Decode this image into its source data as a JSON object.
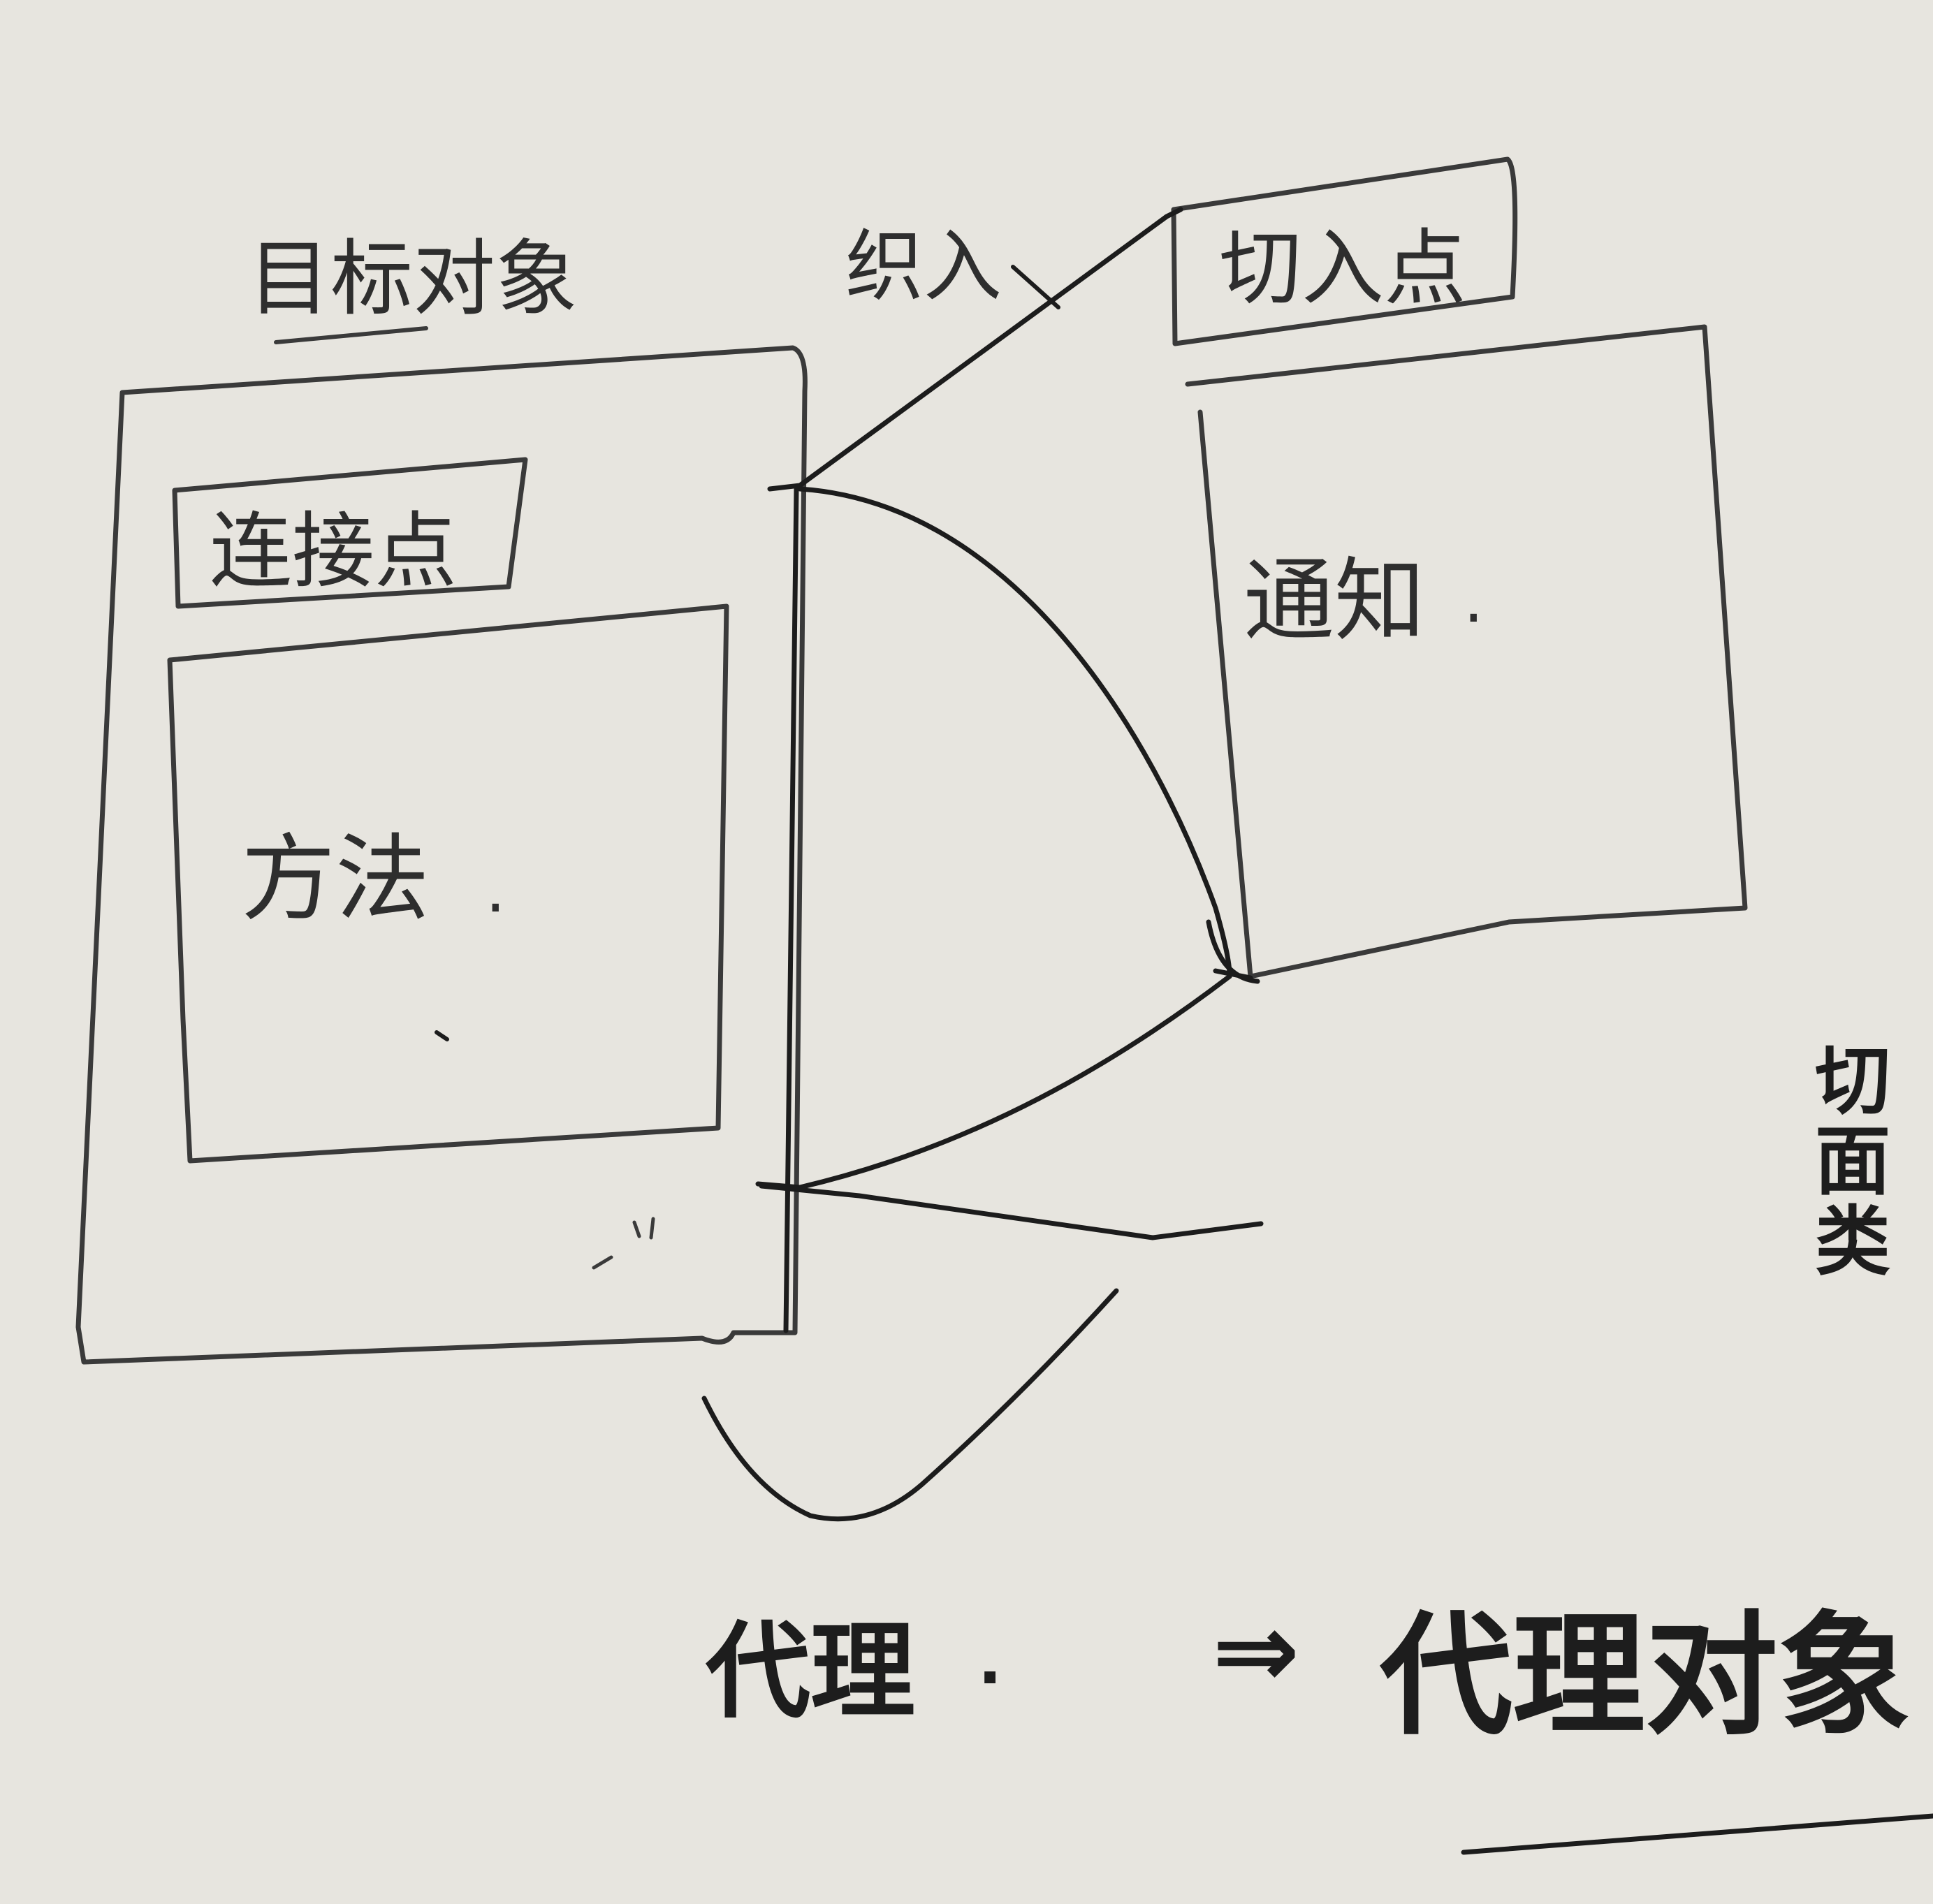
{
  "labels": {
    "target_object": "目标对象",
    "join_point": "连接点",
    "method": "方法",
    "weave_in": "织入",
    "pointcut": "切入点",
    "advice": "通知",
    "aspect_vertical": [
      "切",
      "面",
      "类"
    ],
    "proxy": "代理",
    "arrow": "⇒",
    "proxy_object": "代理对象"
  },
  "colors": {
    "paper": "#e7e5df",
    "ink": "#1c1c1c"
  }
}
